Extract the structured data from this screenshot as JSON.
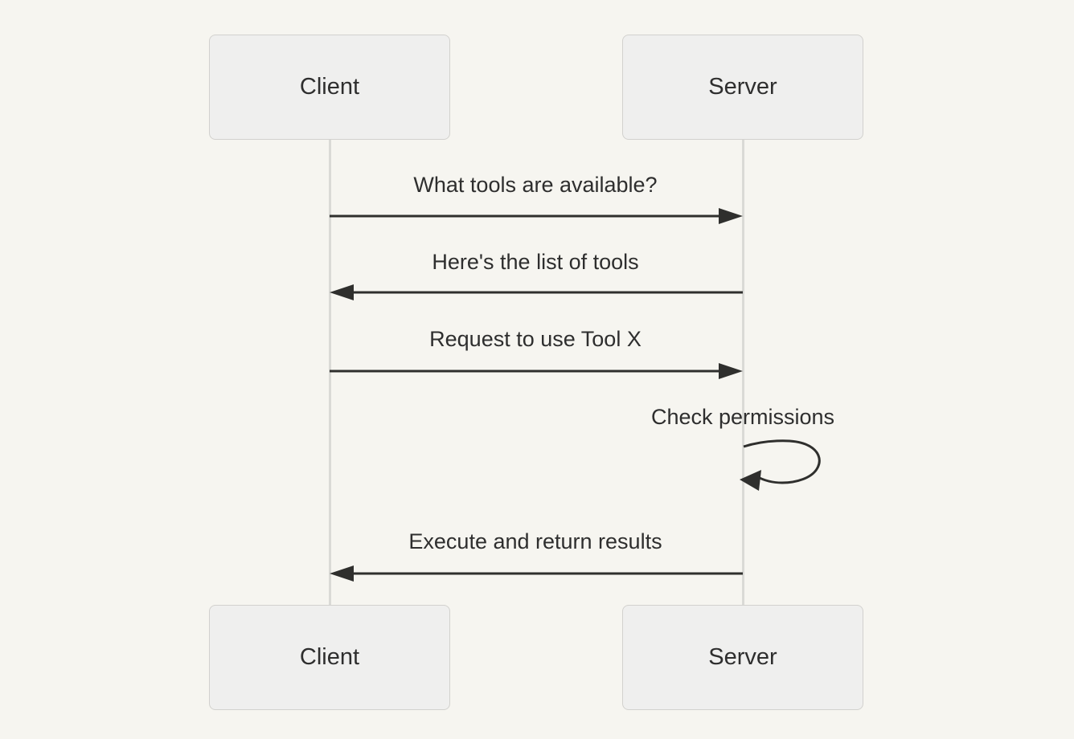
{
  "diagram": {
    "type": "sequence-diagram",
    "actors": [
      {
        "id": "client",
        "label": "Client"
      },
      {
        "id": "server",
        "label": "Server"
      }
    ],
    "messages": [
      {
        "label": "What tools are available?",
        "from": "client",
        "to": "server",
        "direction": "right",
        "line": "solid"
      },
      {
        "label": "Here's the list of tools",
        "from": "server",
        "to": "client",
        "direction": "left",
        "line": "solid"
      },
      {
        "label": "Request to use Tool X",
        "from": "client",
        "to": "server",
        "direction": "right",
        "line": "solid"
      },
      {
        "label": "Check permissions",
        "from": "server",
        "to": "server",
        "direction": "self",
        "line": "solid"
      },
      {
        "label": "Execute and return results",
        "from": "server",
        "to": "client",
        "direction": "left",
        "line": "solid"
      }
    ],
    "colors": {
      "background": "#f6f5f0",
      "actor_box_fill": "#efefee",
      "actor_box_border": "#d2d1ce",
      "lifeline": "#dadad6",
      "arrow": "#2f2f2d",
      "text": "#2e2e2e"
    }
  }
}
